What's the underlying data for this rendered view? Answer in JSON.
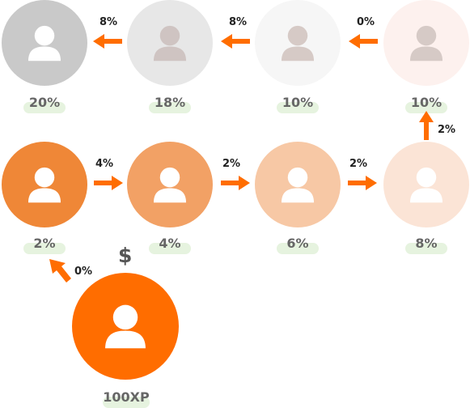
{
  "nodes": [
    {
      "id": "r1c1",
      "percent": "20%",
      "fill": "#c9c9c9",
      "avatar": "#ffffff"
    },
    {
      "id": "r1c2",
      "percent": "18%",
      "fill": "#e7e7e7",
      "avatar": "#cfc4c2"
    },
    {
      "id": "r1c3",
      "percent": "10%",
      "fill": "#f6f6f6",
      "avatar": "#d6cac6"
    },
    {
      "id": "r1c4",
      "percent": "10%",
      "fill": "#fdf1ee",
      "avatar": "#d6cac6"
    },
    {
      "id": "r2c1",
      "percent": "2%",
      "fill": "#ef8737",
      "avatar": "#ffffff"
    },
    {
      "id": "r2c2",
      "percent": "4%",
      "fill": "#f2a165",
      "avatar": "#ffffff"
    },
    {
      "id": "r2c3",
      "percent": "6%",
      "fill": "#f7c8a5",
      "avatar": "#ffffff"
    },
    {
      "id": "r2c4",
      "percent": "8%",
      "fill": "#fbe4d6",
      "avatar": "#ffffff"
    },
    {
      "id": "start",
      "percent": "100XP",
      "fill": "#ff6d00",
      "avatar": "#ffffff"
    }
  ],
  "edges": [
    {
      "from": "r1c2",
      "to": "r1c1",
      "label": "8%"
    },
    {
      "from": "r1c3",
      "to": "r1c2",
      "label": "8%"
    },
    {
      "from": "r1c4",
      "to": "r1c3",
      "label": "0%"
    },
    {
      "from": "r2c4",
      "to": "r1c4",
      "label": "2%"
    },
    {
      "from": "r2c1",
      "to": "r2c2",
      "label": "4%"
    },
    {
      "from": "r2c2",
      "to": "r2c3",
      "label": "2%"
    },
    {
      "from": "r2c3",
      "to": "r2c4",
      "label": "2%"
    },
    {
      "from": "start",
      "to": "r2c1",
      "label": "0%"
    }
  ],
  "currency_symbol": "$",
  "colors": {
    "arrow": "#ff6d00",
    "label_pill": "#e6f3df",
    "label_text": "#666666"
  },
  "icons": {
    "node": "person-icon",
    "edge": "arrow-icon"
  }
}
